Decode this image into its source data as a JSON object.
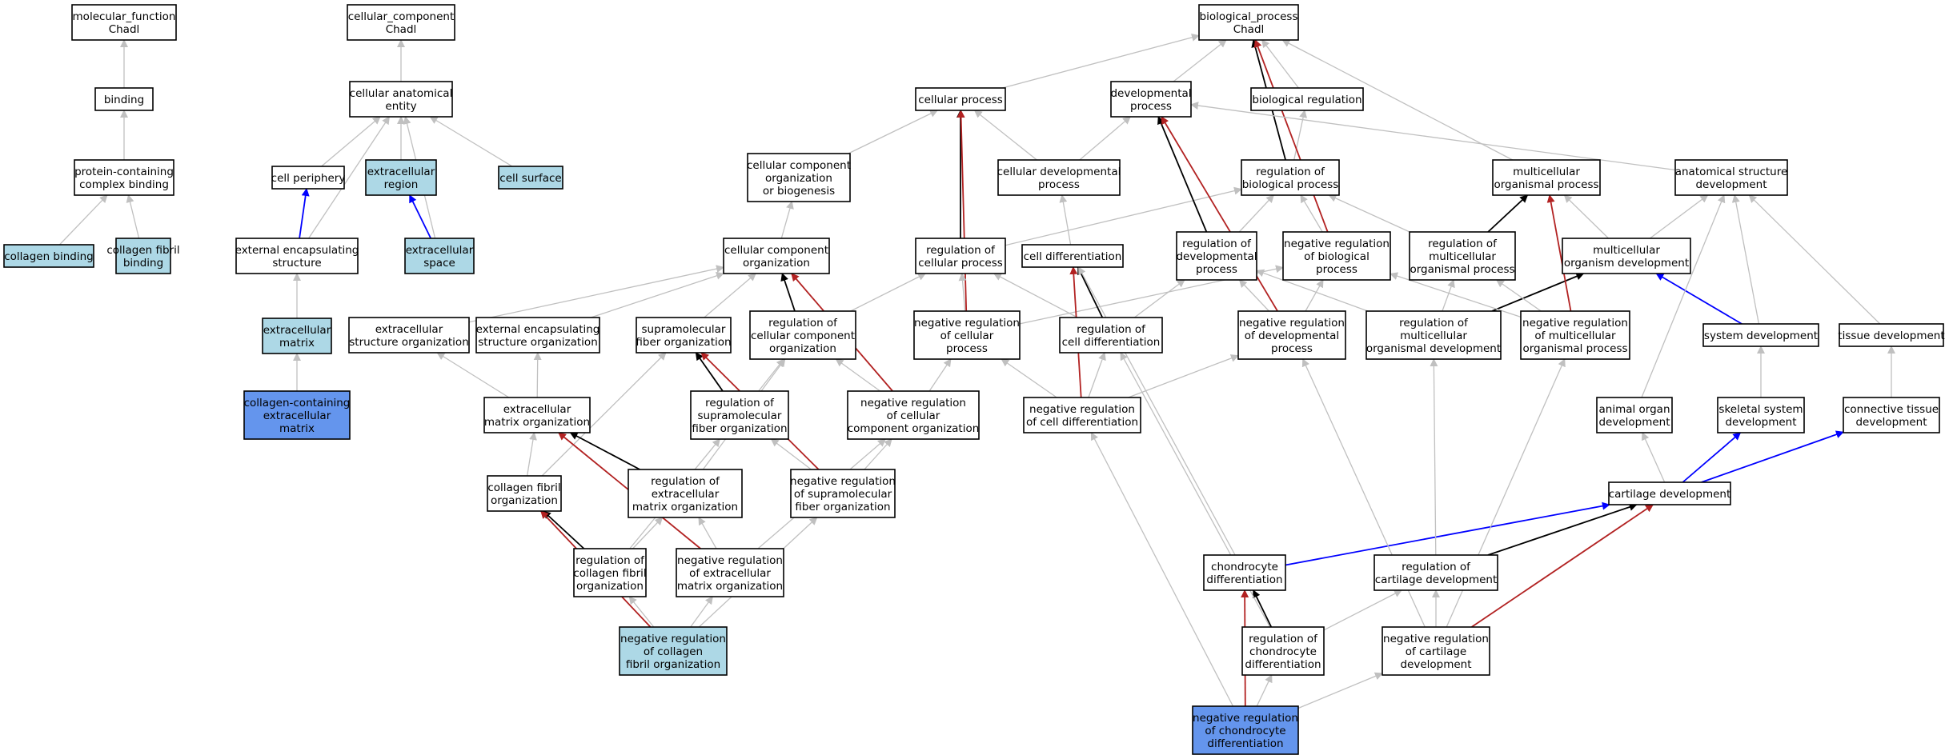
{
  "colors": {
    "is_a": "#c0c0c0",
    "part_of": "#0000ff",
    "regulates": "#000000",
    "negatively_regulates": "#b22222",
    "node_default": "#ffffff",
    "node_context": "#add8e6",
    "node_focus": "#6495ed",
    "border": "#000000"
  },
  "nodes": [
    {
      "id": "mf",
      "lines": [
        "molecular_function",
        "Chadl"
      ],
      "kind": "default"
    },
    {
      "id": "binding",
      "lines": [
        "binding"
      ],
      "kind": "default"
    },
    {
      "id": "pcb",
      "lines": [
        "protein-containing",
        "complex binding"
      ],
      "kind": "default"
    },
    {
      "id": "colbind",
      "lines": [
        "collagen binding"
      ],
      "kind": "context"
    },
    {
      "id": "colfibbind",
      "lines": [
        "collagen fibril",
        "binding"
      ],
      "kind": "context"
    },
    {
      "id": "cc",
      "lines": [
        "cellular_component",
        "Chadl"
      ],
      "kind": "default"
    },
    {
      "id": "cae",
      "lines": [
        "cellular anatomical",
        "entity"
      ],
      "kind": "default"
    },
    {
      "id": "cellper",
      "lines": [
        "cell periphery"
      ],
      "kind": "default"
    },
    {
      "id": "ecreg",
      "lines": [
        "extracellular",
        "region"
      ],
      "kind": "context"
    },
    {
      "id": "cellsurf",
      "lines": [
        "cell surface"
      ],
      "kind": "context"
    },
    {
      "id": "encstruct",
      "lines": [
        "external encapsulating",
        "structure"
      ],
      "kind": "default"
    },
    {
      "id": "ecspace",
      "lines": [
        "extracellular",
        "space"
      ],
      "kind": "context"
    },
    {
      "id": "ecm",
      "lines": [
        "extracellular",
        "matrix"
      ],
      "kind": "context"
    },
    {
      "id": "colecm",
      "lines": [
        "collagen-containing",
        "extracellular",
        "matrix"
      ],
      "kind": "focus"
    },
    {
      "id": "bp",
      "lines": [
        "biological_process",
        "Chadl"
      ],
      "kind": "default"
    },
    {
      "id": "cellproc",
      "lines": [
        "cellular process"
      ],
      "kind": "default"
    },
    {
      "id": "devproc",
      "lines": [
        "developmental",
        "process"
      ],
      "kind": "default"
    },
    {
      "id": "bioreg",
      "lines": [
        "biological regulation"
      ],
      "kind": "default"
    },
    {
      "id": "ccob",
      "lines": [
        "cellular component",
        "organization",
        "or biogenesis"
      ],
      "kind": "default"
    },
    {
      "id": "celldevproc",
      "lines": [
        "cellular developmental",
        "process"
      ],
      "kind": "default"
    },
    {
      "id": "regbp",
      "lines": [
        "regulation of",
        "biological process"
      ],
      "kind": "default"
    },
    {
      "id": "mop",
      "lines": [
        "multicellular",
        "organismal process"
      ],
      "kind": "default"
    },
    {
      "id": "asd",
      "lines": [
        "anatomical structure",
        "development"
      ],
      "kind": "default"
    },
    {
      "id": "cco",
      "lines": [
        "cellular component",
        "organization"
      ],
      "kind": "default"
    },
    {
      "id": "regcp",
      "lines": [
        "regulation of",
        "cellular process"
      ],
      "kind": "default"
    },
    {
      "id": "celldiff",
      "lines": [
        "cell differentiation"
      ],
      "kind": "default"
    },
    {
      "id": "regdp",
      "lines": [
        "regulation of",
        "developmental",
        "process"
      ],
      "kind": "default"
    },
    {
      "id": "negregbp",
      "lines": [
        "negative regulation",
        "of biological",
        "process"
      ],
      "kind": "default"
    },
    {
      "id": "regmop",
      "lines": [
        "regulation of",
        "multicellular",
        "organismal process"
      ],
      "kind": "default"
    },
    {
      "id": "mod",
      "lines": [
        "multicellular",
        "organism development"
      ],
      "kind": "default"
    },
    {
      "id": "ecso",
      "lines": [
        "extracellular",
        "structure organization"
      ],
      "kind": "default"
    },
    {
      "id": "eeso",
      "lines": [
        "external encapsulating",
        "structure organization"
      ],
      "kind": "default"
    },
    {
      "id": "sfo",
      "lines": [
        "supramolecular",
        "fiber organization"
      ],
      "kind": "default"
    },
    {
      "id": "regcco",
      "lines": [
        "regulation of",
        "cellular component",
        "organization"
      ],
      "kind": "default"
    },
    {
      "id": "negregcp",
      "lines": [
        "negative regulation",
        "of cellular",
        "process"
      ],
      "kind": "default"
    },
    {
      "id": "regcd",
      "lines": [
        "regulation of",
        "cell differentiation"
      ],
      "kind": "default"
    },
    {
      "id": "negregdp",
      "lines": [
        "negative regulation",
        "of developmental",
        "process"
      ],
      "kind": "default"
    },
    {
      "id": "regmod",
      "lines": [
        "regulation of",
        "multicellular",
        "organismal development"
      ],
      "kind": "default"
    },
    {
      "id": "negregmop",
      "lines": [
        "negative regulation",
        "of multicellular",
        "organismal process"
      ],
      "kind": "default"
    },
    {
      "id": "sysdev",
      "lines": [
        "system development"
      ],
      "kind": "default"
    },
    {
      "id": "tissdev",
      "lines": [
        "tissue development"
      ],
      "kind": "default"
    },
    {
      "id": "ecmo",
      "lines": [
        "extracellular",
        "matrix organization"
      ],
      "kind": "default"
    },
    {
      "id": "regsfo",
      "lines": [
        "regulation of",
        "supramolecular",
        "fiber organization"
      ],
      "kind": "default"
    },
    {
      "id": "negregcco",
      "lines": [
        "negative regulation",
        "of cellular",
        "component organization"
      ],
      "kind": "default"
    },
    {
      "id": "negregcd",
      "lines": [
        "negative regulation",
        "of cell differentiation"
      ],
      "kind": "default"
    },
    {
      "id": "aod",
      "lines": [
        "animal organ",
        "development"
      ],
      "kind": "default"
    },
    {
      "id": "ssd",
      "lines": [
        "skeletal system",
        "development"
      ],
      "kind": "default"
    },
    {
      "id": "ctd",
      "lines": [
        "connective tissue",
        "development"
      ],
      "kind": "default"
    },
    {
      "id": "cfo",
      "lines": [
        "collagen fibril",
        "organization"
      ],
      "kind": "default"
    },
    {
      "id": "regecmo",
      "lines": [
        "regulation of",
        "extracellular",
        "matrix organization"
      ],
      "kind": "default"
    },
    {
      "id": "negregsfo",
      "lines": [
        "negative regulation",
        "of supramolecular",
        "fiber organization"
      ],
      "kind": "default"
    },
    {
      "id": "cartdev",
      "lines": [
        "cartilage development"
      ],
      "kind": "default"
    },
    {
      "id": "regcfo",
      "lines": [
        "regulation of",
        "collagen fibril",
        "organization"
      ],
      "kind": "default"
    },
    {
      "id": "negregecmo",
      "lines": [
        "negative regulation",
        "of extracellular",
        "matrix organization"
      ],
      "kind": "default"
    },
    {
      "id": "chondiff",
      "lines": [
        "chondrocyte",
        "differentiation"
      ],
      "kind": "default"
    },
    {
      "id": "regcartdev",
      "lines": [
        "regulation of",
        "cartilage development"
      ],
      "kind": "default"
    },
    {
      "id": "negregcfo",
      "lines": [
        "negative regulation",
        "of collagen",
        "fibril organization"
      ],
      "kind": "context"
    },
    {
      "id": "regchondiff",
      "lines": [
        "regulation of",
        "chondrocyte",
        "differentiation"
      ],
      "kind": "default"
    },
    {
      "id": "negregcartdev",
      "lines": [
        "negative regulation",
        "of cartilage",
        "development"
      ],
      "kind": "default"
    },
    {
      "id": "negregchondiff",
      "lines": [
        "negative regulation",
        "of chondrocyte",
        "differentiation"
      ],
      "kind": "focus"
    }
  ],
  "edges": [
    {
      "from": "binding",
      "to": "mf",
      "type": "is_a"
    },
    {
      "from": "pcb",
      "to": "binding",
      "type": "is_a"
    },
    {
      "from": "colbind",
      "to": "pcb",
      "type": "is_a"
    },
    {
      "from": "colfibbind",
      "to": "pcb",
      "type": "is_a"
    },
    {
      "from": "cae",
      "to": "cc",
      "type": "is_a"
    },
    {
      "from": "cellper",
      "to": "cae",
      "type": "is_a"
    },
    {
      "from": "ecreg",
      "to": "cae",
      "type": "is_a"
    },
    {
      "from": "cellsurf",
      "to": "cae",
      "type": "is_a"
    },
    {
      "from": "encstruct",
      "to": "cae",
      "type": "is_a"
    },
    {
      "from": "encstruct",
      "to": "cellper",
      "type": "part_of"
    },
    {
      "from": "ecspace",
      "to": "cae",
      "type": "is_a"
    },
    {
      "from": "ecspace",
      "to": "ecreg",
      "type": "part_of"
    },
    {
      "from": "ecm",
      "to": "encstruct",
      "type": "is_a"
    },
    {
      "from": "colecm",
      "to": "ecm",
      "type": "is_a"
    },
    {
      "from": "cellproc",
      "to": "bp",
      "type": "is_a"
    },
    {
      "from": "devproc",
      "to": "bp",
      "type": "is_a"
    },
    {
      "from": "bioreg",
      "to": "bp",
      "type": "is_a"
    },
    {
      "from": "mop",
      "to": "bp",
      "type": "is_a"
    },
    {
      "from": "ccob",
      "to": "cellproc",
      "type": "is_a"
    },
    {
      "from": "celldevproc",
      "to": "cellproc",
      "type": "is_a"
    },
    {
      "from": "celldevproc",
      "to": "devproc",
      "type": "is_a"
    },
    {
      "from": "regbp",
      "to": "bp",
      "type": "regulates"
    },
    {
      "from": "regbp",
      "to": "bioreg",
      "type": "is_a"
    },
    {
      "from": "negregbp",
      "to": "bp",
      "type": "negatively_regulates"
    },
    {
      "from": "asd",
      "to": "devproc",
      "type": "is_a"
    },
    {
      "from": "cco",
      "to": "ccob",
      "type": "is_a"
    },
    {
      "from": "regcp",
      "to": "cellproc",
      "type": "regulates"
    },
    {
      "from": "regcp",
      "to": "regbp",
      "type": "is_a"
    },
    {
      "from": "celldiff",
      "to": "celldevproc",
      "type": "is_a"
    },
    {
      "from": "regdp",
      "to": "devproc",
      "type": "regulates"
    },
    {
      "from": "regdp",
      "to": "regbp",
      "type": "is_a"
    },
    {
      "from": "negregbp",
      "to": "regbp",
      "type": "is_a"
    },
    {
      "from": "regmop",
      "to": "mop",
      "type": "regulates"
    },
    {
      "from": "regmop",
      "to": "regbp",
      "type": "is_a"
    },
    {
      "from": "mod",
      "to": "mop",
      "type": "is_a"
    },
    {
      "from": "mod",
      "to": "asd",
      "type": "is_a"
    },
    {
      "from": "ecso",
      "to": "cco",
      "type": "is_a"
    },
    {
      "from": "eeso",
      "to": "cco",
      "type": "is_a"
    },
    {
      "from": "sfo",
      "to": "cco",
      "type": "is_a"
    },
    {
      "from": "regcco",
      "to": "cco",
      "type": "regulates"
    },
    {
      "from": "regcco",
      "to": "regcp",
      "type": "is_a"
    },
    {
      "from": "negregcp",
      "to": "cellproc",
      "type": "negatively_regulates"
    },
    {
      "from": "negregcp",
      "to": "regcp",
      "type": "is_a"
    },
    {
      "from": "negregcp",
      "to": "negregbp",
      "type": "is_a"
    },
    {
      "from": "regcd",
      "to": "celldiff",
      "type": "regulates"
    },
    {
      "from": "regcd",
      "to": "regcp",
      "type": "is_a"
    },
    {
      "from": "regcd",
      "to": "regdp",
      "type": "is_a"
    },
    {
      "from": "negregdp",
      "to": "devproc",
      "type": "negatively_regulates"
    },
    {
      "from": "negregdp",
      "to": "regdp",
      "type": "is_a"
    },
    {
      "from": "negregdp",
      "to": "negregbp",
      "type": "is_a"
    },
    {
      "from": "regmod",
      "to": "mod",
      "type": "regulates"
    },
    {
      "from": "regmod",
      "to": "regmop",
      "type": "is_a"
    },
    {
      "from": "regmod",
      "to": "regdp",
      "type": "is_a"
    },
    {
      "from": "negregmop",
      "to": "mop",
      "type": "negatively_regulates"
    },
    {
      "from": "negregmop",
      "to": "regmop",
      "type": "is_a"
    },
    {
      "from": "negregmop",
      "to": "negregbp",
      "type": "is_a"
    },
    {
      "from": "sysdev",
      "to": "mod",
      "type": "part_of"
    },
    {
      "from": "sysdev",
      "to": "asd",
      "type": "is_a"
    },
    {
      "from": "tissdev",
      "to": "asd",
      "type": "is_a"
    },
    {
      "from": "ecmo",
      "to": "ecso",
      "type": "is_a"
    },
    {
      "from": "ecmo",
      "to": "eeso",
      "type": "is_a"
    },
    {
      "from": "regsfo",
      "to": "sfo",
      "type": "regulates"
    },
    {
      "from": "regsfo",
      "to": "regcco",
      "type": "is_a"
    },
    {
      "from": "negregcco",
      "to": "cco",
      "type": "negatively_regulates"
    },
    {
      "from": "negregcco",
      "to": "regcco",
      "type": "is_a"
    },
    {
      "from": "negregcco",
      "to": "negregcp",
      "type": "is_a"
    },
    {
      "from": "negregcd",
      "to": "celldiff",
      "type": "negatively_regulates"
    },
    {
      "from": "negregcd",
      "to": "regcd",
      "type": "is_a"
    },
    {
      "from": "negregcd",
      "to": "negregcp",
      "type": "is_a"
    },
    {
      "from": "negregcd",
      "to": "negregdp",
      "type": "is_a"
    },
    {
      "from": "aod",
      "to": "asd",
      "type": "is_a"
    },
    {
      "from": "ssd",
      "to": "sysdev",
      "type": "is_a"
    },
    {
      "from": "ctd",
      "to": "tissdev",
      "type": "is_a"
    },
    {
      "from": "cfo",
      "to": "ecmo",
      "type": "is_a"
    },
    {
      "from": "cfo",
      "to": "sfo",
      "type": "is_a"
    },
    {
      "from": "regecmo",
      "to": "ecmo",
      "type": "regulates"
    },
    {
      "from": "regecmo",
      "to": "regcco",
      "type": "is_a"
    },
    {
      "from": "negregsfo",
      "to": "sfo",
      "type": "negatively_regulates"
    },
    {
      "from": "negregsfo",
      "to": "regsfo",
      "type": "is_a"
    },
    {
      "from": "negregsfo",
      "to": "negregcco",
      "type": "is_a"
    },
    {
      "from": "cartdev",
      "to": "aod",
      "type": "is_a"
    },
    {
      "from": "cartdev",
      "to": "ssd",
      "type": "part_of"
    },
    {
      "from": "cartdev",
      "to": "ctd",
      "type": "part_of"
    },
    {
      "from": "regcfo",
      "to": "cfo",
      "type": "regulates"
    },
    {
      "from": "regcfo",
      "to": "regecmo",
      "type": "is_a"
    },
    {
      "from": "regcfo",
      "to": "regsfo",
      "type": "is_a"
    },
    {
      "from": "negregecmo",
      "to": "ecmo",
      "type": "negatively_regulates"
    },
    {
      "from": "negregecmo",
      "to": "regecmo",
      "type": "is_a"
    },
    {
      "from": "negregecmo",
      "to": "negregcco",
      "type": "is_a"
    },
    {
      "from": "chondiff",
      "to": "cartdev",
      "type": "part_of"
    },
    {
      "from": "chondiff",
      "to": "celldiff",
      "type": "is_a"
    },
    {
      "from": "regcartdev",
      "to": "cartdev",
      "type": "regulates"
    },
    {
      "from": "regcartdev",
      "to": "regmod",
      "type": "is_a"
    },
    {
      "from": "negregcfo",
      "to": "cfo",
      "type": "negatively_regulates"
    },
    {
      "from": "negregcfo",
      "to": "regcfo",
      "type": "is_a"
    },
    {
      "from": "negregcfo",
      "to": "negregecmo",
      "type": "is_a"
    },
    {
      "from": "negregcfo",
      "to": "negregsfo",
      "type": "is_a"
    },
    {
      "from": "regchondiff",
      "to": "chondiff",
      "type": "regulates"
    },
    {
      "from": "regchondiff",
      "to": "regcd",
      "type": "is_a"
    },
    {
      "from": "regchondiff",
      "to": "regcartdev",
      "type": "is_a"
    },
    {
      "from": "negregcartdev",
      "to": "cartdev",
      "type": "negatively_regulates"
    },
    {
      "from": "negregcartdev",
      "to": "regcartdev",
      "type": "is_a"
    },
    {
      "from": "negregcartdev",
      "to": "negregdp",
      "type": "is_a"
    },
    {
      "from": "negregcartdev",
      "to": "negregmop",
      "type": "is_a"
    },
    {
      "from": "negregchondiff",
      "to": "chondiff",
      "type": "negatively_regulates"
    },
    {
      "from": "negregchondiff",
      "to": "regchondiff",
      "type": "is_a"
    },
    {
      "from": "negregchondiff",
      "to": "negregcd",
      "type": "is_a"
    },
    {
      "from": "negregchondiff",
      "to": "negregcartdev",
      "type": "is_a"
    }
  ]
}
